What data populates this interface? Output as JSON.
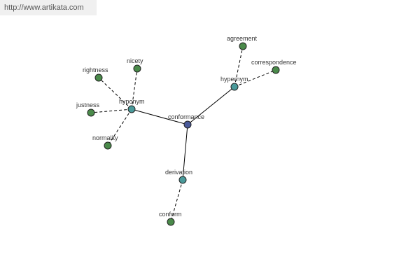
{
  "watermark": "http://www.artikata.com",
  "colors": {
    "root_node": "#4a5a9a",
    "relation_node": "#4a9a9a",
    "word_node": "#4a8a4a",
    "edge": "#000000",
    "watermark_bg": "#f0f0f0"
  },
  "graph": {
    "nodes": [
      {
        "id": "conformance",
        "label": "conformance",
        "kind": "root"
      },
      {
        "id": "hypernym",
        "label": "hypernym",
        "kind": "relation"
      },
      {
        "id": "hyponym",
        "label": "hyponym",
        "kind": "relation"
      },
      {
        "id": "derivation",
        "label": "derivation",
        "kind": "relation"
      },
      {
        "id": "agreement",
        "label": "agreement",
        "kind": "word"
      },
      {
        "id": "correspondence",
        "label": "correspondence",
        "kind": "word"
      },
      {
        "id": "rightness",
        "label": "rightness",
        "kind": "word"
      },
      {
        "id": "nicety",
        "label": "nicety",
        "kind": "word"
      },
      {
        "id": "justness",
        "label": "justness",
        "kind": "word"
      },
      {
        "id": "normality",
        "label": "normality",
        "kind": "word"
      },
      {
        "id": "conform",
        "label": "conform",
        "kind": "word"
      }
    ],
    "edges": [
      {
        "from": "conformance",
        "to": "hypernym",
        "style": "solid"
      },
      {
        "from": "conformance",
        "to": "hyponym",
        "style": "solid"
      },
      {
        "from": "conformance",
        "to": "derivation",
        "style": "solid"
      },
      {
        "from": "hypernym",
        "to": "agreement",
        "style": "dashed"
      },
      {
        "from": "hypernym",
        "to": "correspondence",
        "style": "dashed"
      },
      {
        "from": "hyponym",
        "to": "rightness",
        "style": "dashed"
      },
      {
        "from": "hyponym",
        "to": "nicety",
        "style": "dashed"
      },
      {
        "from": "hyponym",
        "to": "justness",
        "style": "dashed"
      },
      {
        "from": "hyponym",
        "to": "normality",
        "style": "dashed"
      },
      {
        "from": "derivation",
        "to": "conform",
        "style": "dashed"
      }
    ]
  }
}
